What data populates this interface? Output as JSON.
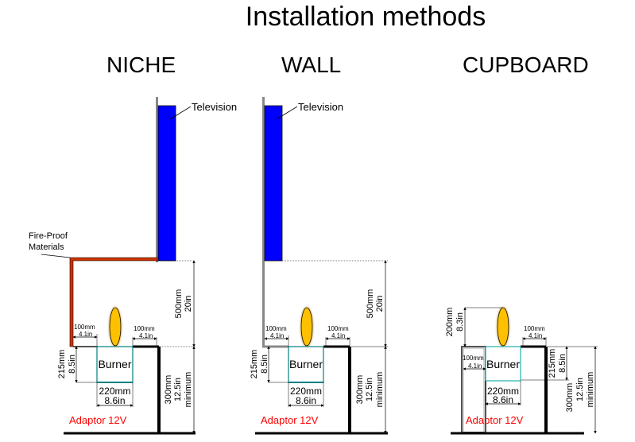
{
  "title": "Installation methods",
  "sections": {
    "niche": {
      "heading": "NICHE",
      "tv_label": "Television",
      "fireproof_label_line1": "Fire-Proof",
      "fireproof_label_line2": "Materials",
      "burner_label": "Burner",
      "left_gap_mm": "100mm",
      "left_gap_in": "4.1in",
      "right_gap_mm": "100mm",
      "right_gap_in": "4.1in",
      "burner_depth_mm": "215mm",
      "burner_depth_in": "8.5in",
      "burner_width_mm": "220mm",
      "burner_width_in": "8.6in",
      "clearance_above_mm": "500mm",
      "clearance_above_in": "20in",
      "height_below_mm": "300mm",
      "height_below_in": "12.5in",
      "height_below_note": "minimum",
      "adaptor_label": "Adaptor 12V"
    },
    "wall": {
      "heading": "WALL",
      "tv_label": "Television",
      "burner_label": "Burner",
      "left_gap_mm": "100mm",
      "left_gap_in": "4.1in",
      "right_gap_mm": "100mm",
      "right_gap_in": "4.1in",
      "burner_depth_mm": "215mm",
      "burner_depth_in": "8.5in",
      "burner_width_mm": "220mm",
      "burner_width_in": "8.6in",
      "clearance_above_mm": "500mm",
      "clearance_above_in": "20in",
      "height_below_mm": "300mm",
      "height_below_in": "12.5in",
      "height_below_note": "minimum",
      "adaptor_label": "Adaptor 12V"
    },
    "cupboard": {
      "heading": "CUPBOARD",
      "burner_label": "Burner",
      "flame_height_mm": "200mm",
      "flame_height_in": "8.3in",
      "left_gap_mm": "100mm",
      "left_gap_in": "4.1in",
      "right_gap_mm": "100mm",
      "right_gap_in": "4.1in",
      "burner_depth_mm": "215mm",
      "burner_depth_in": "8.5in",
      "burner_width_mm": "220mm",
      "burner_width_in": "8.6in",
      "height_below_mm": "300mm",
      "height_below_in": "12.5in",
      "height_below_note": "minimum",
      "adaptor_label": "Adaptor 12V"
    }
  },
  "colors": {
    "tv": "#0000ff",
    "fireproof": "#cc3300",
    "wall": "#888888",
    "burner_outline": "#008080",
    "flame": "#ffc000",
    "adaptor_text": "#ff0000"
  }
}
